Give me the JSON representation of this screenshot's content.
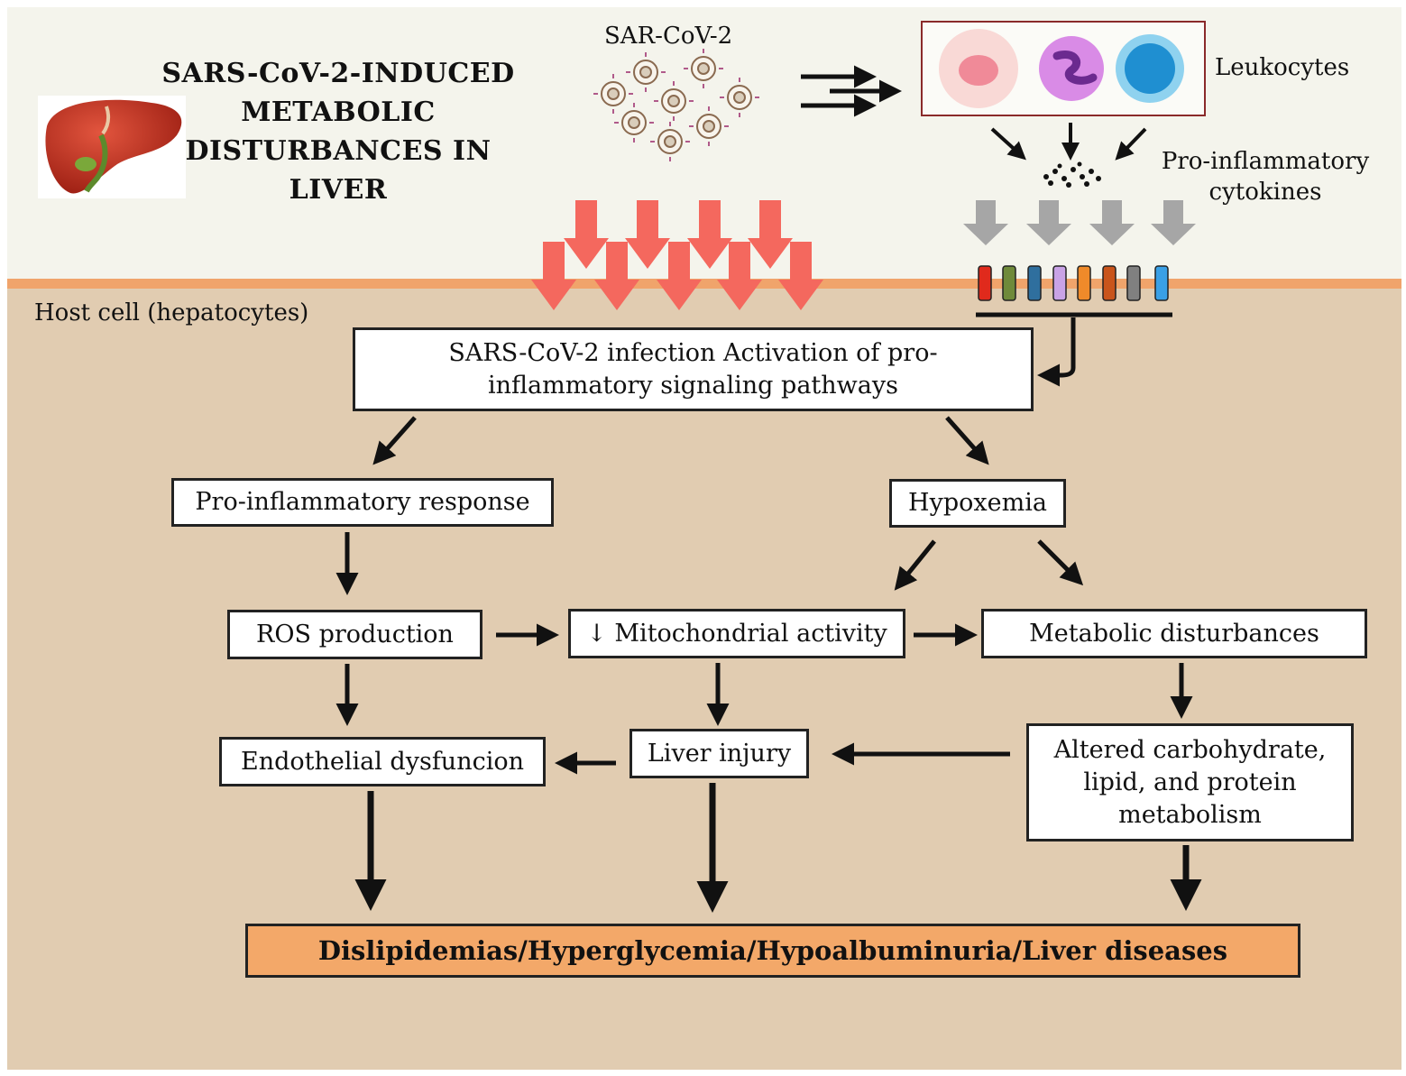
{
  "title": "SARS-CoV-2-INDUCED METABOLIC DISTURBANCES IN LIVER",
  "virus_label": "SAR-CoV-2",
  "leukocytes_label": "Leukocytes",
  "cytokines_label": "Pro-inflammatory cytokines",
  "host_cell_label": "Host cell (hepatocytes)",
  "nodes": {
    "infection": "SARS-CoV-2 infection Activation of pro-inflammatory signaling pathways",
    "proinflammatory": "Pro-inflammatory response",
    "hypoxemia": "Hypoxemia",
    "ros": "ROS production",
    "mito": "↓ Mitochondrial activity",
    "metabolic": "Metabolic disturbances",
    "endothelial": "Endothelial dysfuncion",
    "liver_injury": "Liver injury",
    "altered": "Altered carbohydrate, lipid, and protein metabolism",
    "outcome": "Dislipidemias/Hyperglycemia/Hypoalbuminuria/Liver diseases"
  },
  "colors": {
    "top_band": "#f4f4ec",
    "bottom_band": "#e1ccb1",
    "membrane": "#f0a46b",
    "virus_arrows": "#f4685e",
    "cytokine_arrows": "#a6a6a6",
    "outcome_box": "#f3a869",
    "receptor_colors": [
      "#e02a1c",
      "#6f8a3a",
      "#2f6f9e",
      "#c9a3e6",
      "#ef8a2a",
      "#c9541b",
      "#808080",
      "#3aa0e6"
    ]
  },
  "icons": [
    "liver-icon",
    "virus-icon",
    "macrophage-icon",
    "neutrophil-icon",
    "lymphocyte-icon",
    "cytokine-dots-icon",
    "receptor-icon"
  ]
}
